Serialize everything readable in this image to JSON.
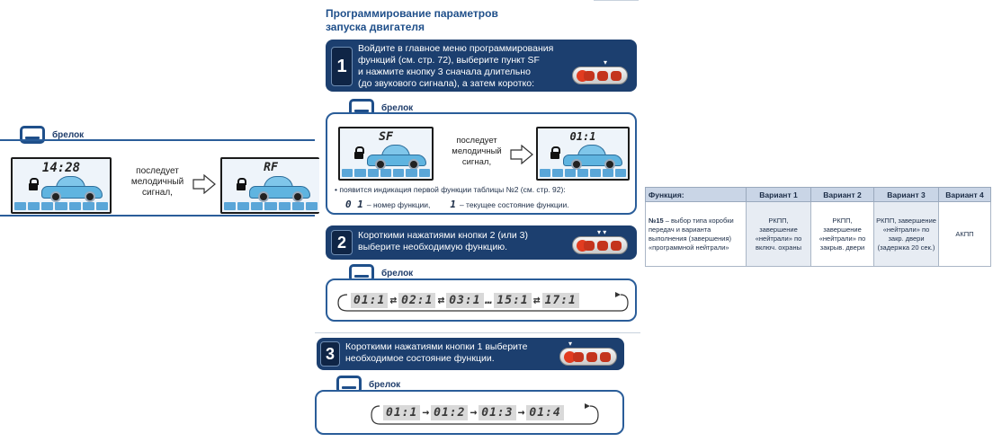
{
  "left_fragment": {
    "fob_label": "брелок",
    "lcd_time": "14:28",
    "lcd_after": "RF",
    "follows_text": "последует\nмелодичный\nсигнал,"
  },
  "center": {
    "title": "Программирование параметров\nзапуска двигателя",
    "step1": {
      "number": "1",
      "text": "Войдите в главное меню программирования\nфункций (см. стр. 72), выберите пункт SF\nи нажмите кнопку 3 сначала длительно\n(до звукового сигнала), а затем коротко:"
    },
    "box1": {
      "fob_label": "брелок",
      "lcd_before": "SF",
      "lcd_after": "01:1",
      "follows_text": "последует\nмелодичный\nсигнал,",
      "note": "• появится индикация первой функции таблицы №2 (см. стр. 92):",
      "legend_code": "0 1",
      "legend_code_text": "– номер функции,",
      "legend_state": "1",
      "legend_state_text": "– текущее состояние функции."
    },
    "step2": {
      "number": "2",
      "text": "Короткими нажатиями кнопки 2 (или 3)\nвыберите необходимую функцию."
    },
    "box2": {
      "fob_label": "брелок",
      "codes": [
        "01:1",
        "02:1",
        "03:1",
        "15:1",
        "17:1"
      ],
      "ellipsis": "…"
    },
    "step3": {
      "number": "3",
      "text": "Короткими нажатиями кнопки 1 выберите\nнеобходимое состояние функции."
    },
    "box3": {
      "fob_label": "брелок",
      "codes": [
        "01:1",
        "01:2",
        "01:3",
        "01:4"
      ]
    }
  },
  "table": {
    "headers": [
      "Функция:",
      "Вариант 1",
      "Вариант 2",
      "Вариант 3",
      "Вариант 4"
    ],
    "row": {
      "function_number": "№15",
      "function_text": " – выбор типа коробки передач и варианта выполнения (завершения) «программной нейтрали»",
      "v1": "РКПП,\nзавершение\n«нейтрали» по\nвключ. охраны",
      "v2": "РКПП,\nзавершение\n«нейтрали» по\nзакрыв. двери",
      "v3": "РКПП, завершение\n«нейтрали» по\nзакр. двери\n(задержка 20 сек.)",
      "v4": "АКПП"
    }
  },
  "colors": {
    "panel": "#1c3f6f",
    "frame": "#2a5d99",
    "title": "#1f4f8a",
    "lcd_car": "#5fb4e0",
    "table_header": "#c9d5e6"
  }
}
